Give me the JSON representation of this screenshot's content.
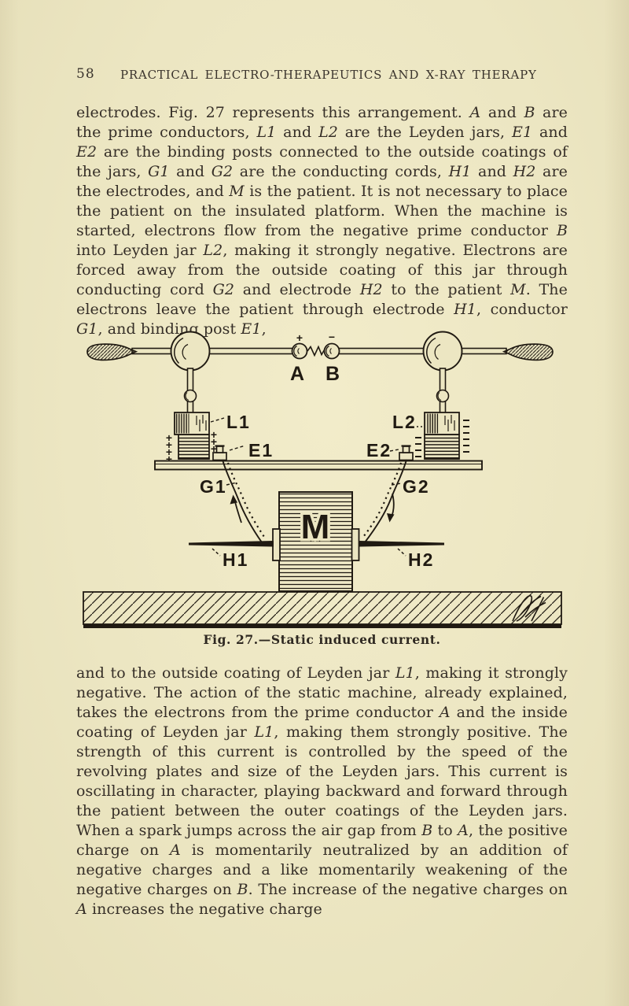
{
  "colors": {
    "paper": "#ece6c2",
    "ink": "#201a12",
    "body_text": "#352e27"
  },
  "header": {
    "page_number": "58",
    "title": "PRACTICAL ELECTRO-THERAPEUTICS AND X-RAY THERAPY"
  },
  "body": {
    "paragraph1": [
      {
        "t": "electrodes. Fig. 27 represents this arrangement. "
      },
      {
        "t": "A",
        "i": true
      },
      {
        "t": " and "
      },
      {
        "t": "B",
        "i": true
      },
      {
        "t": " are the prime conductors, "
      },
      {
        "t": "L1",
        "i": true
      },
      {
        "t": " and "
      },
      {
        "t": "L2",
        "i": true
      },
      {
        "t": " are the Leyden jars, "
      },
      {
        "t": "E1",
        "i": true
      },
      {
        "t": " and "
      },
      {
        "t": "E2",
        "i": true
      },
      {
        "t": " are the binding posts connected to the outside coatings of the jars, "
      },
      {
        "t": "G1",
        "i": true
      },
      {
        "t": " and "
      },
      {
        "t": "G2",
        "i": true
      },
      {
        "t": " are the conducting cords, "
      },
      {
        "t": "H1",
        "i": true
      },
      {
        "t": " and "
      },
      {
        "t": "H2",
        "i": true
      },
      {
        "t": " are the electrodes, and "
      },
      {
        "t": "M",
        "i": true
      },
      {
        "t": " is the patient. It is not necessary to place the patient on the insulated platform. When the machine is started, electrons flow from the negative prime conductor "
      },
      {
        "t": "B",
        "i": true
      },
      {
        "t": " into Leyden jar "
      },
      {
        "t": "L2",
        "i": true
      },
      {
        "t": ", making it strongly negative. Electrons are forced away from the outside coating of this jar through conducting cord "
      },
      {
        "t": "G2",
        "i": true
      },
      {
        "t": " and electrode "
      },
      {
        "t": "H2",
        "i": true
      },
      {
        "t": " to the patient "
      },
      {
        "t": "M",
        "i": true
      },
      {
        "t": ". The electrons leave the patient through electrode "
      },
      {
        "t": "H1",
        "i": true
      },
      {
        "t": ", conductor "
      },
      {
        "t": "G1",
        "i": true
      },
      {
        "t": ", and binding post "
      },
      {
        "t": "E1",
        "i": true
      },
      {
        "t": ","
      }
    ],
    "paragraph2": [
      {
        "t": "and to the outside coating of Leyden jar "
      },
      {
        "t": "L1",
        "i": true
      },
      {
        "t": ", making it strongly negative. The action of the static machine, already explained, takes the electrons from the prime conductor "
      },
      {
        "t": "A",
        "i": true
      },
      {
        "t": " and the inside coating of Leyden jar "
      },
      {
        "t": "L1",
        "i": true
      },
      {
        "t": ", making them strongly positive. The strength of this current is controlled by the speed of the revolving plates and size of the Leyden jars. This current is oscillating in character, playing backward and forward through the patient between the outer coatings of the Leyden jars. When a spark jumps across the air gap from "
      },
      {
        "t": "B",
        "i": true
      },
      {
        "t": " to "
      },
      {
        "t": "A",
        "i": true
      },
      {
        "t": ", the positive charge on "
      },
      {
        "t": "A",
        "i": true
      },
      {
        "t": " is momentarily neutralized by an addition of negative charges and a like momentarily weakening of the negative charges on "
      },
      {
        "t": "B",
        "i": true
      },
      {
        "t": ". The increase of the negative charges on "
      },
      {
        "t": "A",
        "i": true
      },
      {
        "t": " increases the negative charge"
      }
    ]
  },
  "figure": {
    "caption": "Fig. 27.—Static induced current.",
    "labels": {
      "prime_conductor_a": "A",
      "prime_conductor_b": "B",
      "plus": "+",
      "minus": "−",
      "leyden_jar_1": "L1",
      "leyden_jar_2": "L2",
      "binding_post_1": "E1",
      "binding_post_2": "E2",
      "cord_1": "G1",
      "cord_2": "G2",
      "electrode_1": "H1",
      "electrode_2": "H2",
      "patient": "M"
    }
  }
}
